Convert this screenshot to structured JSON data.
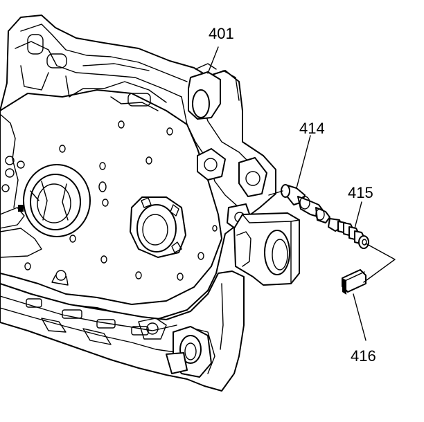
{
  "callouts": [
    {
      "id": "401",
      "label": "401"
    },
    {
      "id": "414",
      "label": "414"
    },
    {
      "id": "415",
      "label": "415"
    },
    {
      "id": "416",
      "label": "416"
    }
  ],
  "colors": {
    "line": "#000000",
    "background": "#ffffff"
  }
}
